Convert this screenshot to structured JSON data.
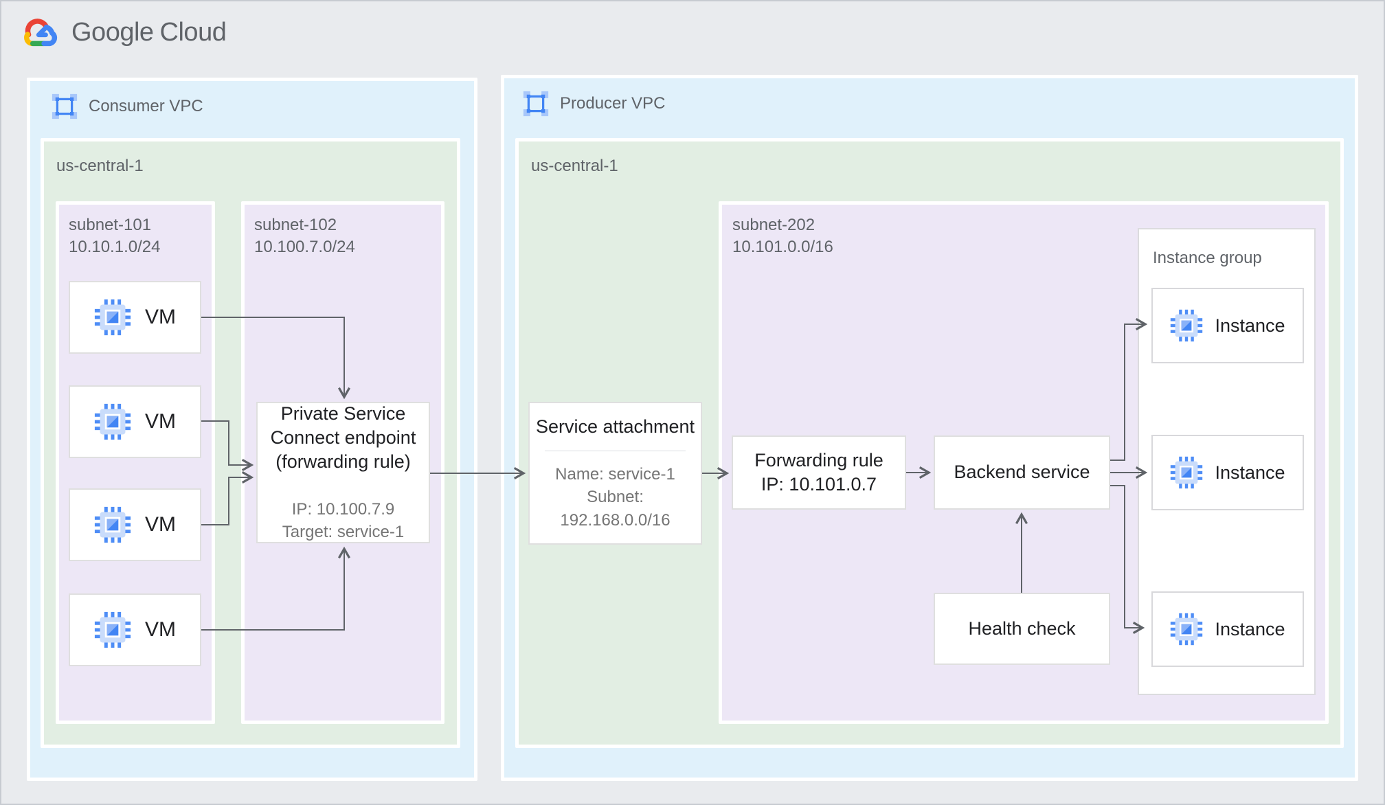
{
  "logo": {
    "google": "Google",
    "cloud": "Cloud"
  },
  "consumer_vpc": {
    "label": "Consumer VPC",
    "region": {
      "label": "us-central-1",
      "subnet101": {
        "name": "subnet-101",
        "cidr": "10.10.1.0/24",
        "vms": [
          {
            "label": "VM"
          },
          {
            "label": "VM"
          },
          {
            "label": "VM"
          },
          {
            "label": "VM"
          }
        ]
      },
      "subnet102": {
        "name": "subnet-102",
        "cidr": "10.100.7.0/24",
        "psc_endpoint": {
          "title": "Private Service Connect endpoint (forwarding rule)",
          "ip": "IP: 10.100.7.9",
          "target": "Target: service-1"
        }
      }
    }
  },
  "producer_vpc": {
    "label": "Producer VPC",
    "region": {
      "label": "us-central-1",
      "service_attachment": {
        "title": "Service attachment",
        "name": "Name: service-1",
        "subnet_line1": "Subnet:",
        "subnet_line2": "192.168.0.0/16"
      },
      "subnet202": {
        "name": "subnet-202",
        "cidr": "10.101.0.0/16",
        "forwarding_rule": {
          "title": "Forwarding rule",
          "ip": "IP: 10.101.0.7"
        },
        "backend_service": {
          "label": "Backend service"
        },
        "health_check": {
          "label": "Health check"
        },
        "instance_group": {
          "label": "Instance group",
          "instances": [
            {
              "label": "Instance"
            },
            {
              "label": "Instance"
            },
            {
              "label": "Instance"
            }
          ]
        }
      }
    }
  },
  "colors": {
    "page_bg": "#E9EBEE",
    "frame": "#C7CBD1",
    "vpc_fill": "#E0F1FB",
    "region_fill": "#E2EEE3",
    "subnet_fill": "#EDE7F6",
    "card_border": "#DFDFDF",
    "group_border": "#DBDBDE",
    "inst_border": "#D8D8DB",
    "divider": "#DADCE0",
    "arrow": "#5F6368",
    "text_dark": "#202124",
    "text_gray": "#5F6368",
    "text_soft": "#757575",
    "google_blue": "#4285F4",
    "google_red": "#EA4335",
    "google_yellow": "#FBBC04",
    "google_green": "#34A853"
  }
}
